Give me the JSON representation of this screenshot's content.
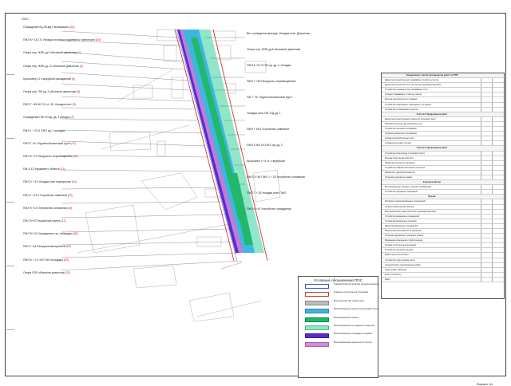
{
  "page": {
    "top_label": "ПОС",
    "sheet_number": "Формат А1"
  },
  "callouts_left": [
    {
      "text": "Ограждение КЦ-30-мд с возвращать",
      "red": "(22)"
    },
    {
      "text": "ПЖЛ 6+ 13:2.5. Укладка погрузка подземного транспорта",
      "red": "(24)"
    },
    {
      "text": "Опора опр. ЖЛБ уд.3 обозначит демонтаж",
      "red": "(1)"
    },
    {
      "text": "Опора опр. ЖЛБ уд. 11 обозначит демонтаж",
      "red": "(3)"
    },
    {
      "text": "Кроссовер 11 с вырубкой насаждений",
      "red": "(2)"
    },
    {
      "text": "Опора опр. ПЖ уд. 2 обозначит демонтаж",
      "red": "(5)"
    },
    {
      "text": "ПЖЛ 7 +45 ЖЛ 12 ст. 30. Укладка плит",
      "red": "(9)"
    },
    {
      "text": "Ограждение ПЖ 22 мд. уд. 3 укладка",
      "red": "(7)"
    },
    {
      "text": "ПЖЛ 1 + 22.5 ПЖЛ нд. 2 укладка",
      "red": ""
    },
    {
      "text": "ПЖЛ 7 +8.1 Крупнообломочный грунт",
      "red": "(11)"
    },
    {
      "text": "ПЖЛ 8 +21 Разгрузка с перемещением",
      "red": "(12)"
    },
    {
      "text": "ПЖ 4-12 Фундамент объекта",
      "red": "(13)"
    },
    {
      "text": "ПЖЛ 3 + 51 Укладка плит перекрытия",
      "red": "(14)"
    },
    {
      "text": "ПЖЛ 1 +13.4 Устройство ливневой",
      "red": "(15)"
    },
    {
      "text": "ПЖЛ 9 +2.5 Устройство основания",
      "red": "(16)"
    },
    {
      "text": "ПЖЛ 5+10 Разработка грунта",
      "red": "(17)"
    },
    {
      "text": "ПЖЛ 8+ 20 Ограждение стр. площадки",
      "red": "(18)"
    },
    {
      "text": "ПЖЛ + 6.8 Разгрузка материалов",
      "red": "(19)"
    },
    {
      "text": "ПЖЛ 6 + 2.4 УКЛ 150 площадка",
      "red": "(20)"
    },
    {
      "text": "Опора ЛЭП обозначит демонтаж",
      "red": "(21)"
    }
  ],
  "callouts_mid": [
    {
      "text": "Вес ограждения фасада. Укладка плит. Демонтаж",
      "red": ""
    },
    {
      "text": "Опора опр. ЖЛБ уд.6 обозначит демонтаж",
      "red": ""
    },
    {
      "text": "ПЖЛ 6 +57.5 ПЖ нд. уд. 4. Укладка",
      "red": ""
    },
    {
      "text": "ПЖЛ 7 +45 Разгрузка с перемещением",
      "red": ""
    },
    {
      "text": "ПЖ 7 +8.1 Крупнообломочный грунт",
      "red": ""
    },
    {
      "text": "Укладка плит ПЖ 1ГД уд. 1",
      "red": ""
    },
    {
      "text": "ПЖЛ + 54.5 Устройство ливневой",
      "red": ""
    },
    {
      "text": "ПЖЛ 4 ЖЛ 44.5 ЖЛ нд. уд. 2",
      "red": ""
    },
    {
      "text": "Кроссовер 1+ 6 ст. с вырубкой",
      "red": ""
    },
    {
      "text": "ПЖЛ 2+ 80 ПЖЛ 1 + 33 Устройство основания",
      "red": ""
    },
    {
      "text": "ПЖЛ 7 + 25 Укладка плит ПЖЛ",
      "red": ""
    },
    {
      "text": "ПЖЛ 4 +10 Устройство ограждения",
      "red": ""
    }
  ],
  "table": {
    "rows": [
      {
        "text": "Определение участка производства работ по ППР",
        "v": "",
        "w": "",
        "h": true
      },
      {
        "text": "Демонтаж существующих трамвайных путей на участке",
        "v": "",
        "w": "",
        "h": false
      },
      {
        "text": "Демонтаж контактной сети на участке производства работ",
        "v": "",
        "w": "",
        "h": false
      },
      {
        "text": "Устройство основания под трамвайные пути",
        "v": "",
        "w": "",
        "h": false
      },
      {
        "text": "Укладка трамвайных путей на участке",
        "v": "",
        "w": "",
        "h": false
      },
      {
        "text": "Монтаж контактной сети трамвая",
        "v": "",
        "w": "",
        "h": false
      },
      {
        "text": "Устройство пешеходных переходов и тротуаров",
        "v": "",
        "w": "",
        "h": false
      },
      {
        "text": "Устройство остановочных пунктов",
        "v": "",
        "w": "",
        "h": false
      },
      {
        "text": "Участок 2 Продолжение работ",
        "v": "",
        "w": "",
        "h": true
      },
      {
        "text": "Демонтаж существующего покрытия проезжей части",
        "v": "",
        "w": "",
        "h": false
      },
      {
        "text": "Разработка грунта под основание пути",
        "v": "",
        "w": "",
        "h": false
      },
      {
        "text": "Устройство песчаного основания",
        "v": "",
        "w": "",
        "h": false
      },
      {
        "text": "Укладка щебеночного основания",
        "v": "",
        "w": "",
        "h": false
      },
      {
        "text": "Укладка железобетонных плит",
        "v": "",
        "w": "",
        "h": false
      },
      {
        "text": "Укладка рельсовых плетей",
        "v": "",
        "w": "",
        "h": false
      },
      {
        "text": "Участок 3 Продолжение работ",
        "v": "",
        "w": "",
        "h": true
      },
      {
        "text": "Устройство водоотвода с проезжей части",
        "v": "",
        "w": "",
        "h": false
      },
      {
        "text": "Монтаж опор контактной сети",
        "v": "",
        "w": "",
        "h": false
      },
      {
        "text": "Подвеска контактного провода",
        "v": "",
        "w": "",
        "h": false
      },
      {
        "text": "Устройство асфальтобетонного покрытия",
        "v": "",
        "w": "",
        "h": false
      },
      {
        "text": "Нанесение дорожной разметки",
        "v": "",
        "w": "",
        "h": false
      },
      {
        "text": "Установка дорожных знаков",
        "v": "",
        "w": "",
        "h": false
      },
      {
        "text": "Благоустройство",
        "v": "",
        "w": "",
        "h": true
      },
      {
        "text": "Восстановление газонов и зеленых насаждений",
        "v": "",
        "w": "",
        "h": false
      },
      {
        "text": "Устройство наружного освещения",
        "v": "",
        "w": "",
        "h": false
      },
      {
        "text": "Прочие",
        "v": "",
        "w": "",
        "h": true
      },
      {
        "text": "Разборка и вывоз временных сооружений",
        "v": "",
        "w": "",
        "h": false
      },
      {
        "text": "Уборка строительного мусора",
        "v": "",
        "w": "",
        "h": false
      },
      {
        "text": "Восстановление покрытий после производства работ",
        "v": "",
        "w": "",
        "h": false
      },
      {
        "text": "Устройство временных ограждений",
        "v": "",
        "w": "",
        "h": false
      },
      {
        "text": "Устройство временных проездов",
        "v": "",
        "w": "",
        "h": false
      },
      {
        "text": "Демонтаж временных ограждений",
        "v": "",
        "w": "",
        "h": false
      },
      {
        "text": "Обеспечение безопасности движения",
        "v": "",
        "w": "",
        "h": false
      },
      {
        "text": "Установка временных дорожных знаков",
        "v": "",
        "w": "",
        "h": false
      },
      {
        "text": "Временное освещение стройплощадки",
        "v": "",
        "w": "",
        "h": false
      },
      {
        "text": "Охрана строительной площадки",
        "v": "",
        "w": "",
        "h": false
      },
      {
        "text": "Устройство бытового городка",
        "v": "",
        "w": "",
        "h": false
      },
      {
        "text": "Вывоз грунта на полигон",
        "v": "",
        "w": "",
        "h": false
      },
      {
        "text": "Устройство пункта мойки колес",
        "v": "",
        "w": "",
        "h": false
      },
      {
        "text": "Геодезическое сопровождение работ",
        "v": "",
        "w": "",
        "h": false
      },
      {
        "text": "Сдача работ заказчику",
        "v": "",
        "w": "",
        "h": false
      },
      {
        "text": "Итого по объекту",
        "v": "",
        "w": "",
        "h": false
      },
      {
        "text": "Всего",
        "v": "",
        "w": "",
        "h": false
      }
    ]
  },
  "legend": {
    "title": "Условные обозначения ПОС",
    "items": [
      {
        "label": "Граница благоустройства (проектируемого)",
        "color": "#ffffff",
        "border": "#3355cc"
      },
      {
        "label": "Граница строительной площадки",
        "color": "#ffffff",
        "border": "#cc3333"
      },
      {
        "label": "Благоустройство территории",
        "color": "#bdbdbd",
        "border": "#888888"
      },
      {
        "label": "Восстановление покрытия проезжей части",
        "color": "#3fb6e0",
        "border": "#2a88aa"
      },
      {
        "label": "Восстановление газона",
        "color": "#22b86b",
        "border": "#178a4f"
      },
      {
        "label": "Восстановление тротуарного покрытия",
        "color": "#8fe6c9",
        "border": "#5bb597"
      },
      {
        "label": "Восстановление площадок из щебня",
        "color": "#5a2bd0",
        "border": "#3c1a9a"
      },
      {
        "label": "Восстановление покрытия из плитки",
        "color": "#d58bd6",
        "border": "#a862a9"
      }
    ]
  },
  "map": {
    "corridor_colors": {
      "road": "#3fb6e0",
      "lawn": "#22b86b",
      "walk": "#8fe6c9",
      "gravel": "#5a2bd0",
      "tile": "#d58bd6"
    }
  }
}
